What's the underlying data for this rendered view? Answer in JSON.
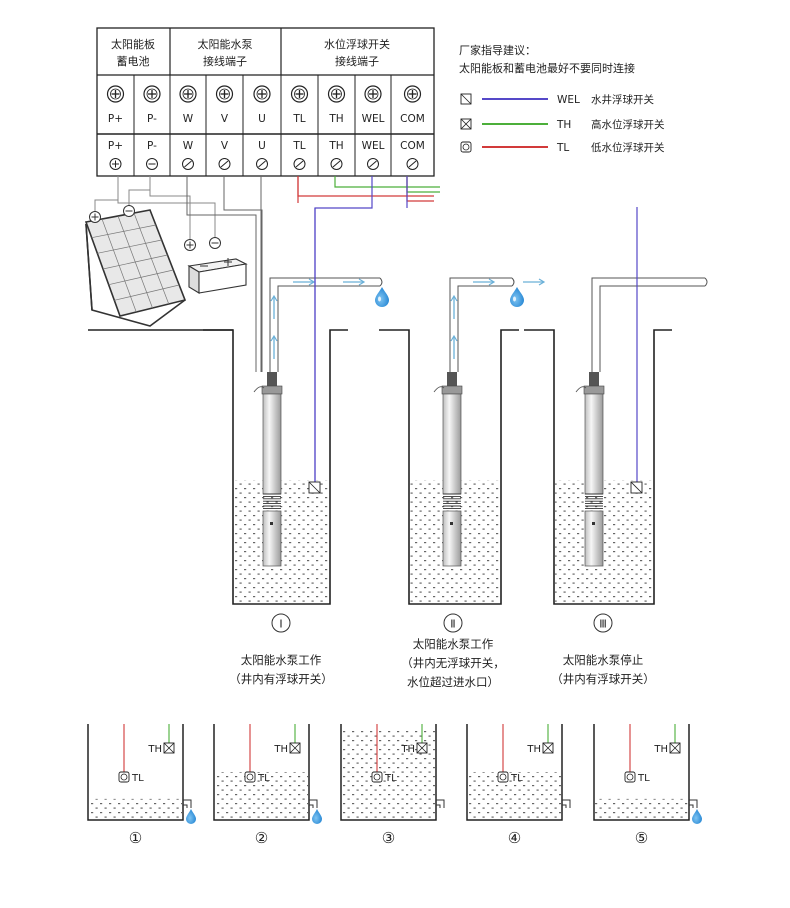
{
  "terminal_box": {
    "groups": [
      {
        "title_line1": "太阳能板",
        "title_line2": "蓄电池"
      },
      {
        "title_line1": "太阳能水泵",
        "title_line2": "接线端子"
      },
      {
        "title_line1": "水位浮球开关",
        "title_line2": "接线端子"
      }
    ],
    "terminals": [
      "P+",
      "P-",
      "W",
      "V",
      "U",
      "TL",
      "TH",
      "WEL",
      "COM"
    ]
  },
  "legend": {
    "title": "厂家指导建议：",
    "subtitle": "太阳能板和蓄电池最好不要同时连接",
    "items": [
      {
        "code": "WEL",
        "desc": "水井浮球开关",
        "color": "#5548c8"
      },
      {
        "code": "TH",
        "desc": "高水位浮球开关",
        "color": "#4caf3a"
      },
      {
        "code": "TL",
        "desc": "低水位浮球开关",
        "color": "#d23a3a"
      }
    ]
  },
  "wells": [
    {
      "numeral": "Ⅰ",
      "caption_line1": "太阳能水泵工作",
      "caption_line2": "（井内有浮球开关）",
      "caption_line3": ""
    },
    {
      "numeral": "Ⅱ",
      "caption_line1": "太阳能水泵工作",
      "caption_line2": "（井内无浮球开关，",
      "caption_line3": "水位超过进水口）"
    },
    {
      "numeral": "Ⅲ",
      "caption_line1": "太阳能水泵停止",
      "caption_line2": "（井内有浮球开关）",
      "caption_line3": ""
    }
  ],
  "tanks": {
    "th_label": "TH",
    "tl_label": "TL",
    "numbers": [
      "①",
      "②",
      "③",
      "④",
      "⑤"
    ],
    "water_levels": [
      0.22,
      0.5,
      0.95,
      0.5,
      0.22
    ]
  },
  "colors": {
    "wel": "#5548c8",
    "th": "#4caf3a",
    "tl": "#d23a3a",
    "pipe_arrow": "#6ab0d8",
    "water_drop": "#1a7fd0"
  }
}
